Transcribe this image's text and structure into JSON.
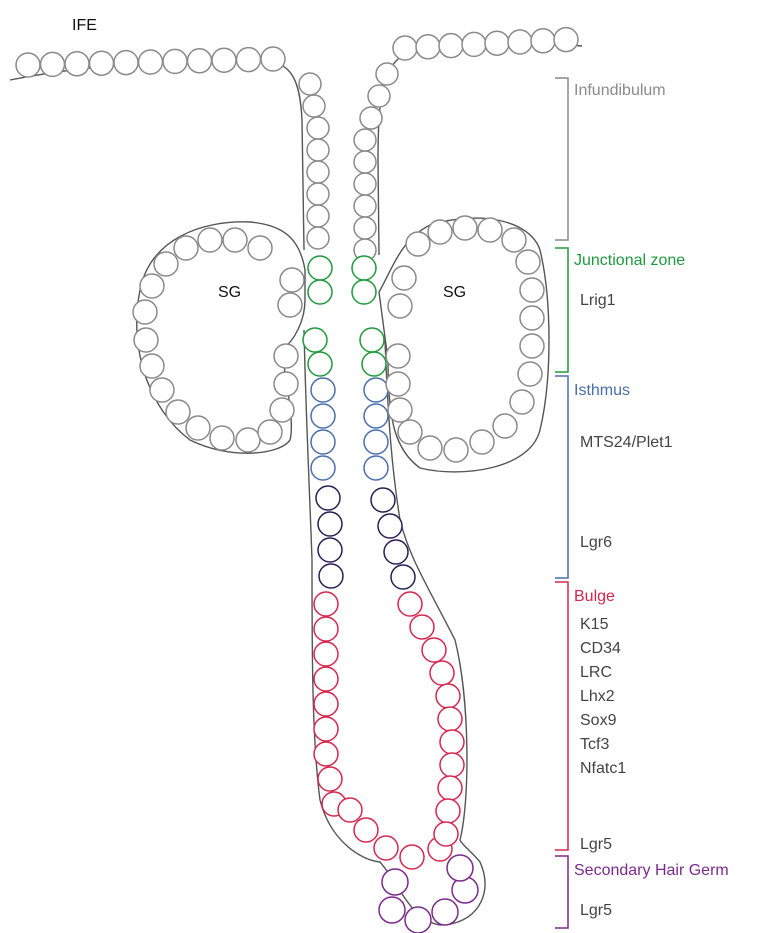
{
  "labels": {
    "ife": "IFE",
    "sg_left": "SG",
    "sg_right": "SG"
  },
  "zones": [
    {
      "key": "infundibulum",
      "title": "Infundibulum",
      "color": "#8a8a8a",
      "markers": []
    },
    {
      "key": "junctional_zone",
      "title": "Junctional zone",
      "color": "#1f9a3c",
      "markers": [
        "Lrig1"
      ]
    },
    {
      "key": "isthmus",
      "title": "Isthmus",
      "color": "#4a6fae",
      "markers": [
        "MTS24/Plet1",
        "Lgr6"
      ]
    },
    {
      "key": "bulge",
      "title": "Bulge",
      "color": "#d6284f",
      "markers": [
        "K15",
        "CD34",
        "LRC",
        "Lhx2",
        "Sox9",
        "Tcf3",
        "Nfatc1",
        "Lgr5"
      ]
    },
    {
      "key": "secondary_hair_germ",
      "title": "Secondary Hair Germ",
      "color": "#7b2a8c",
      "markers": [
        "Lgr5"
      ]
    }
  ],
  "colors": {
    "outline": "#555555",
    "cell_default": "#8a8a8a",
    "marker_text": "#444444",
    "isthmus_lower_cells": "#2a1f55"
  }
}
